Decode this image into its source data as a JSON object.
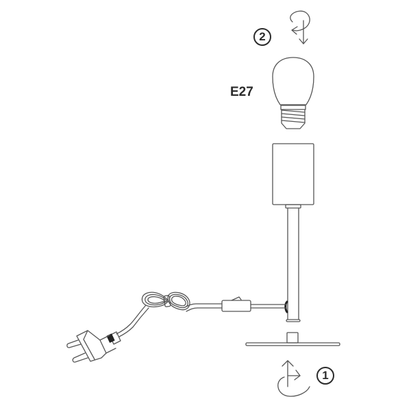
{
  "diagram": {
    "type": "assembly-instructions",
    "subject": "Table lamp assembly",
    "bulb": {
      "label": "E27"
    },
    "steps": [
      {
        "number": "1",
        "action": "rotate-clockwise-to-fasten",
        "target": "stem-to-base"
      },
      {
        "number": "2",
        "action": "rotate-clockwise-to-screw-in",
        "target": "bulb-into-socket"
      }
    ],
    "components": [
      "light-bulb",
      "socket",
      "stem",
      "inline-switch",
      "power-cord",
      "cord-bundle",
      "euro-plug",
      "base-plate"
    ],
    "colors": {
      "line": "#555555",
      "text": "#2b2b2b",
      "background": "#ffffff",
      "switch-fill": "#222222"
    }
  }
}
